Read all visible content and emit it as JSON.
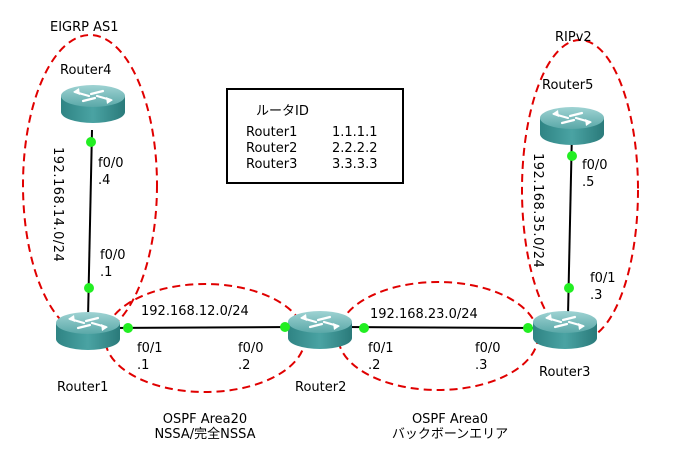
{
  "domains": {
    "eigrp": "EIGRP AS1",
    "rip": "RIPv2",
    "ospf_area20_line1": "OSPF Area20",
    "ospf_area20_line2": "NSSA/完全NSSA",
    "ospf_area0_line1": "OSPF Area0",
    "ospf_area0_line2": "バックボーンエリア"
  },
  "routers": {
    "r1": "Router1",
    "r2": "Router2",
    "r3": "Router3",
    "r4": "Router4",
    "r5": "Router5"
  },
  "networks": {
    "n14": "192.168.14.0/24",
    "n12": "192.168.12.0/24",
    "n23": "192.168.23.0/24",
    "n35": "192.168.35.0/24"
  },
  "interfaces": {
    "r4_f00": {
      "port": "f0/0",
      "addr": ".4"
    },
    "r1_f00": {
      "port": "f0/0",
      "addr": ".1"
    },
    "r1_f01": {
      "port": "f0/1",
      "addr": ".1"
    },
    "r2_f00": {
      "port": "f0/0",
      "addr": ".2"
    },
    "r2_f01": {
      "port": "f0/1",
      "addr": ".2"
    },
    "r3_f00": {
      "port": "f0/0",
      "addr": ".3"
    },
    "r3_f01": {
      "port": "f0/1",
      "addr": ".3"
    },
    "r5_f00": {
      "port": "f0/0",
      "addr": ".5"
    }
  },
  "router_id_table": {
    "title": "ルータID",
    "rows": [
      {
        "router": "Router1",
        "id": "1.1.1.1"
      },
      {
        "router": "Router2",
        "id": "2.2.2.2"
      },
      {
        "router": "Router3",
        "id": "3.3.3.3"
      }
    ]
  },
  "colors": {
    "domain_border": "#e00000",
    "interface_dot": "#22ee22",
    "router_body": "#3f9a9a"
  }
}
